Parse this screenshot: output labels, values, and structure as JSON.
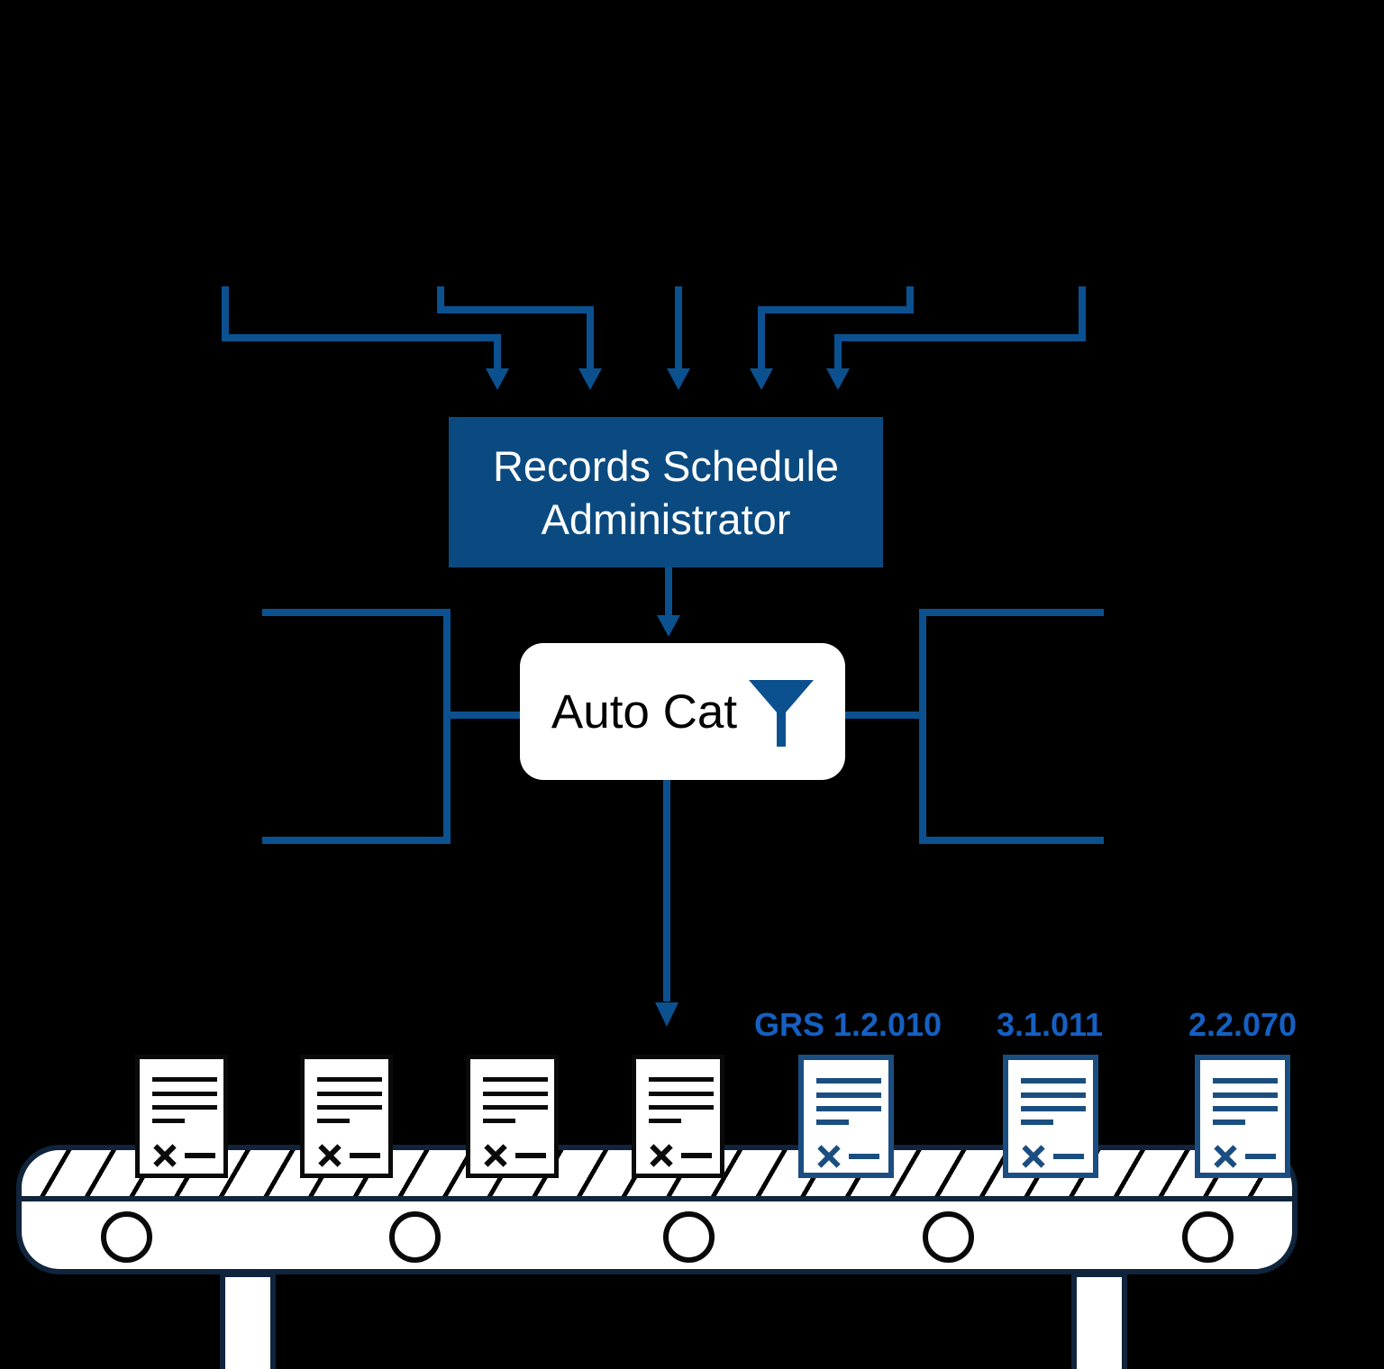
{
  "diagram": {
    "records_admin": {
      "label": "Records Schedule Administrator"
    },
    "auto_cat": {
      "label": "Auto Cat",
      "icon": "funnel-icon"
    },
    "conveyor": {
      "documents": [
        {
          "style": "black",
          "schedule": ""
        },
        {
          "style": "black",
          "schedule": ""
        },
        {
          "style": "black",
          "schedule": ""
        },
        {
          "style": "black",
          "schedule": ""
        },
        {
          "style": "blue",
          "schedule": "GRS 1.2.010"
        },
        {
          "style": "blue",
          "schedule": "3.1.011"
        },
        {
          "style": "blue",
          "schedule": "2.2.070"
        }
      ]
    }
  },
  "colors": {
    "background": "#000000",
    "connector_blue": "#0b5190",
    "records_box_fill": "#0a4a80",
    "records_box_text": "#ffffff",
    "autocat_fill": "#ffffff",
    "autocat_text": "#000000",
    "schedule_label_blue": "#1560c2",
    "doc_outline_black": "#0a0a0a",
    "doc_outline_blue": "#1b4e80",
    "belt_outline_navy": "#10243c",
    "hatch_black": "#000000",
    "white": "#ffffff"
  }
}
